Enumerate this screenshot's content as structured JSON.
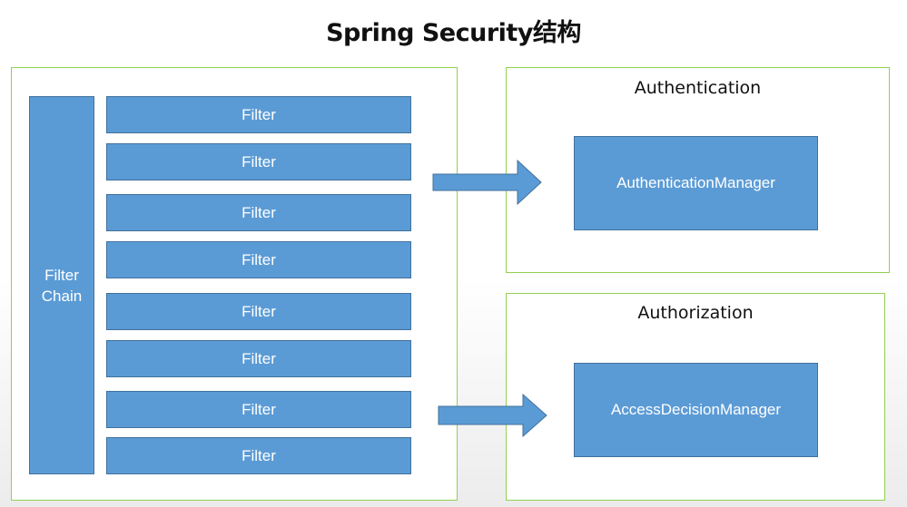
{
  "title": "Spring Security结构",
  "filter_chain": {
    "label_line1": "Filter",
    "label_line2": "Chain",
    "filters": [
      "Filter",
      "Filter",
      "Filter",
      "Filter",
      "Filter",
      "Filter",
      "Filter",
      "Filter"
    ]
  },
  "authentication": {
    "title": "Authentication",
    "manager": "AuthenticationManager"
  },
  "authorization": {
    "title": "Authorization",
    "manager": "AccessDecisionManager"
  },
  "colors": {
    "box_fill": "#5b9bd5",
    "box_border": "#41719c",
    "panel_border": "#92d050"
  }
}
